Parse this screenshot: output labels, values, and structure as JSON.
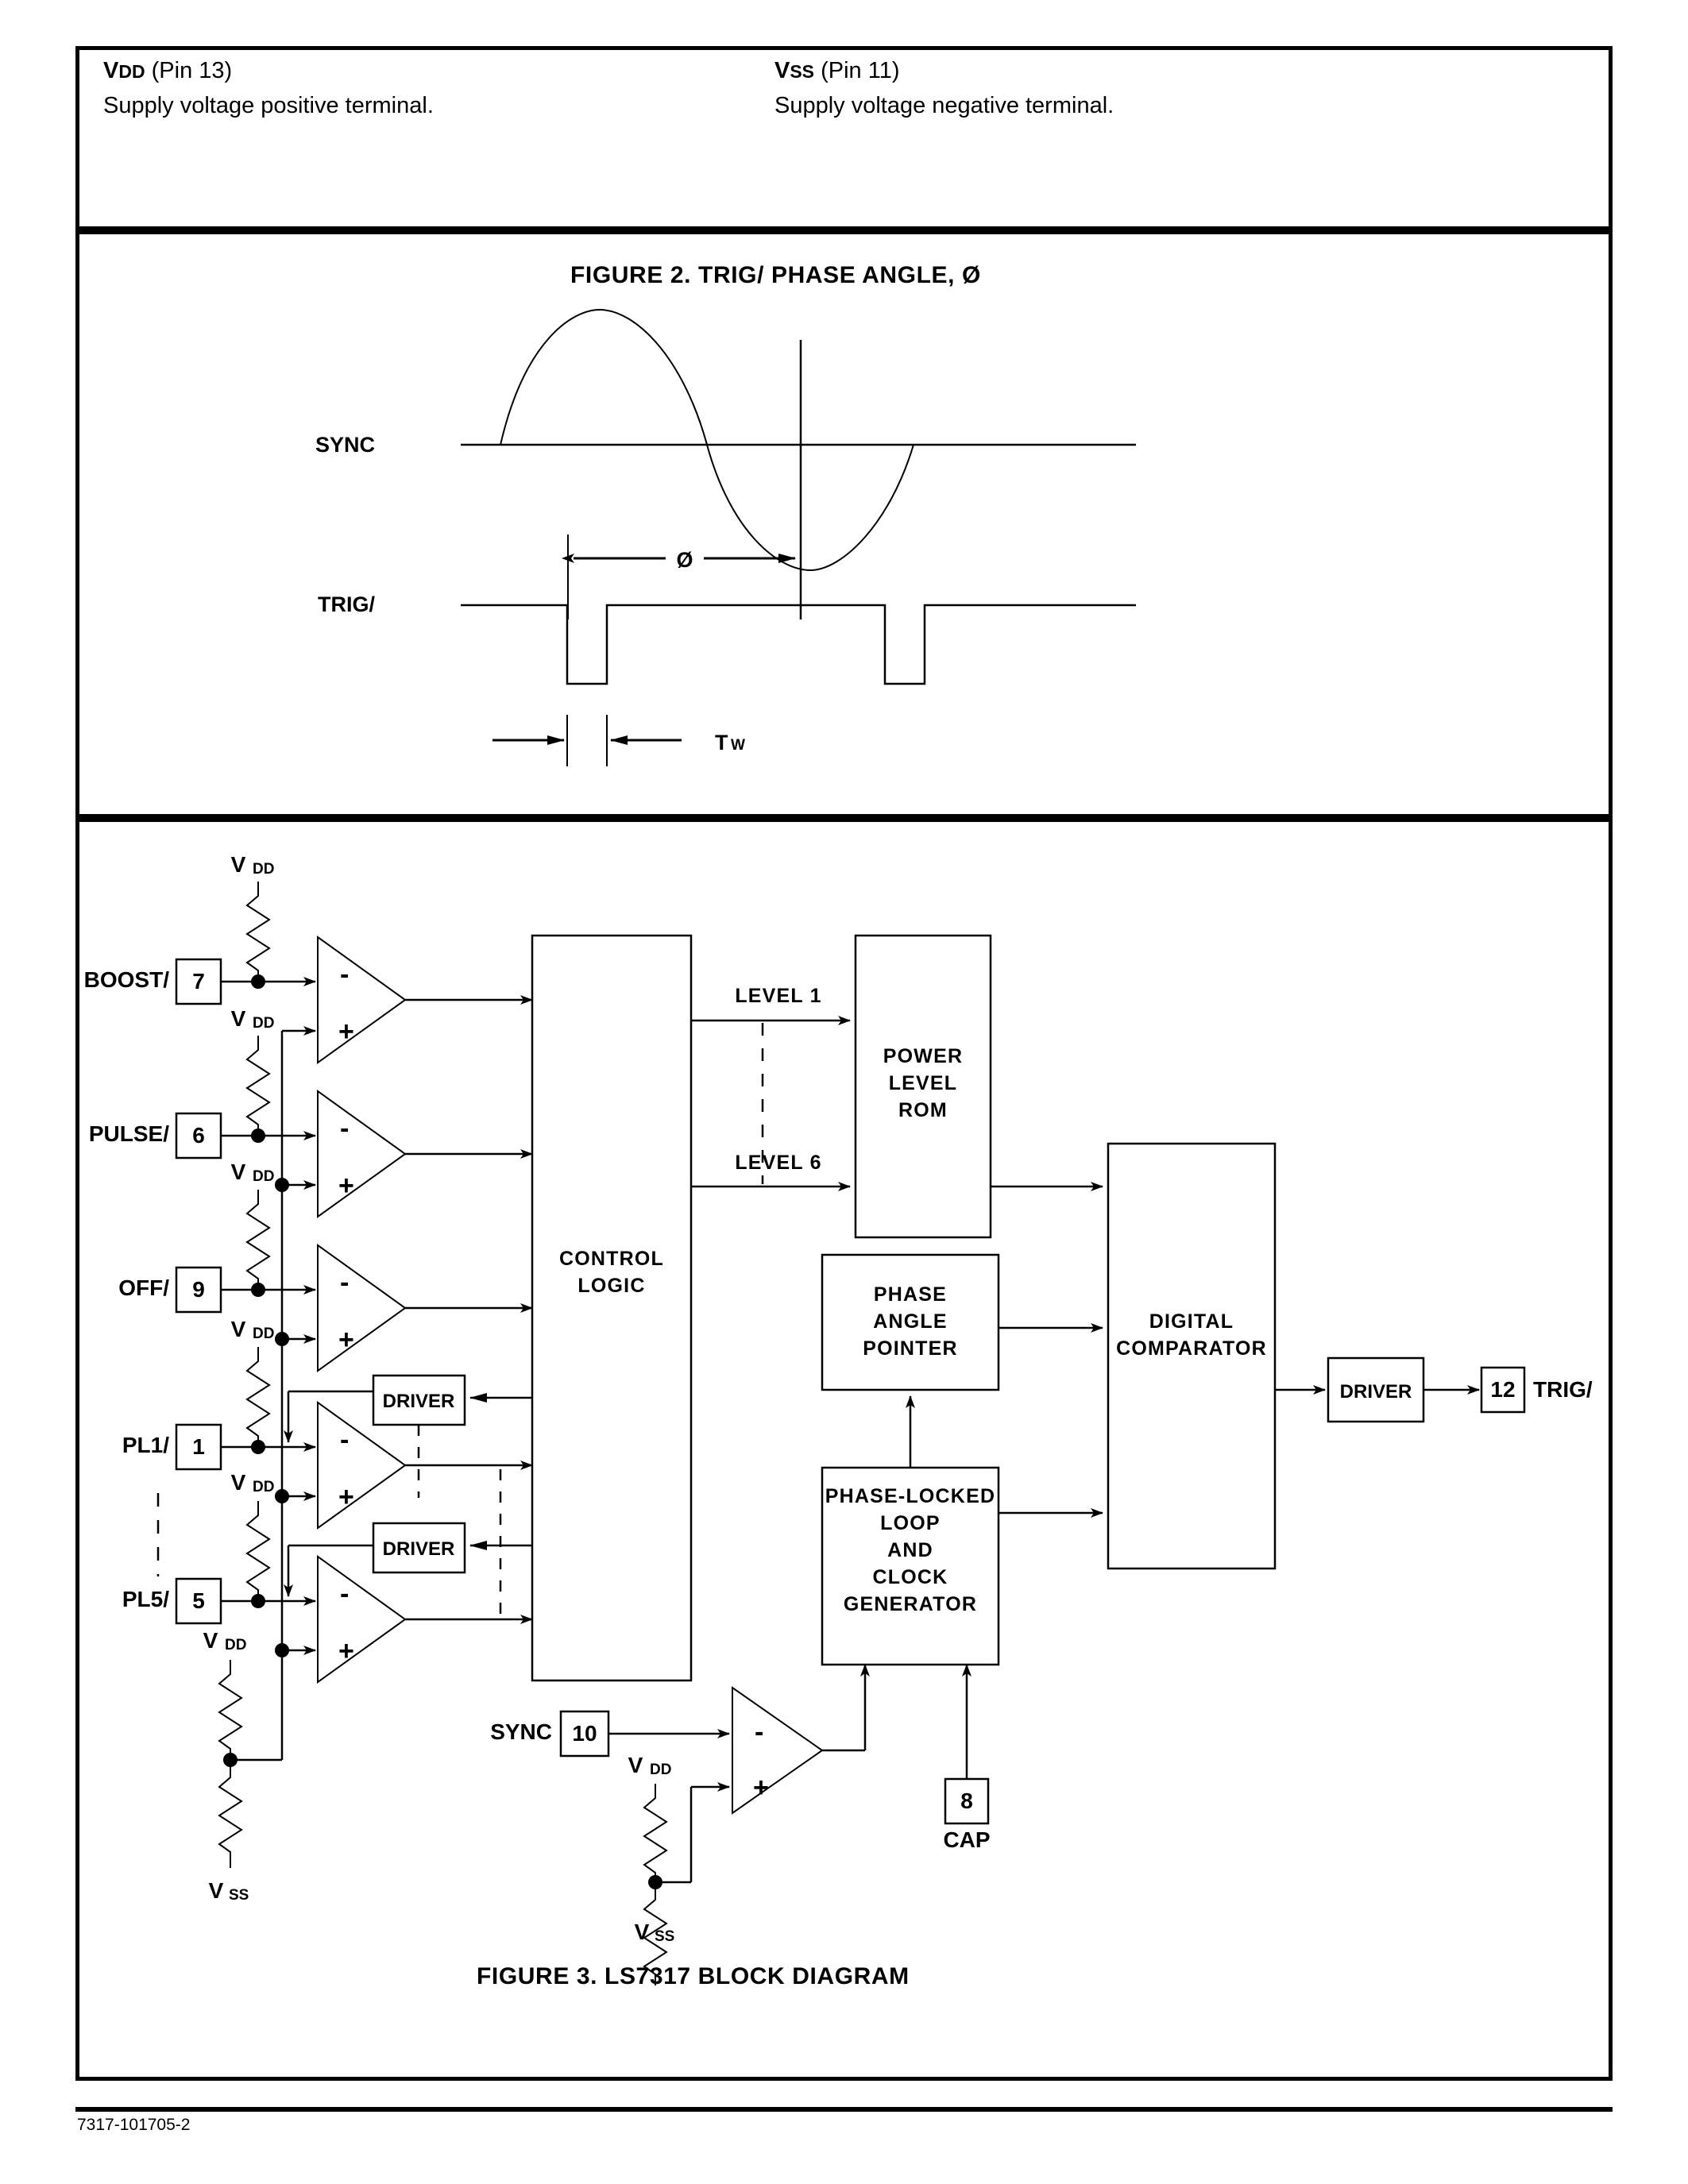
{
  "pin_descriptions": [
    {
      "name": "V",
      "subscript": "DD",
      "pin": "(Pin 13)",
      "description": "Supply voltage positive terminal."
    },
    {
      "name": "V",
      "subscript": "SS",
      "pin": "(Pin 11)",
      "description": "Supply voltage negative terminal."
    }
  ],
  "figure2": {
    "caption": "FIGURE 2.   TRIG/ PHASE ANGLE, Ø",
    "signals": [
      {
        "label": "SYNC",
        "type": "sine"
      },
      {
        "label": "TRIG/",
        "type": "pulse-train"
      }
    ],
    "annotations": [
      {
        "label": "Ø",
        "kind": "phase-angle-dimension"
      },
      {
        "label": "T",
        "subscript": "W",
        "kind": "pulse-width-dimension"
      }
    ]
  },
  "figure3": {
    "caption": "FIGURE 3.  LS7317 BLOCK DIAGRAM",
    "inputs": [
      {
        "label": "BOOST/",
        "pin": "7"
      },
      {
        "label": "PULSE/",
        "pin": "6"
      },
      {
        "label": "OFF/",
        "pin": "9"
      },
      {
        "label": "PL1/",
        "pin": "1"
      },
      {
        "label": "PL5/",
        "pin": "5"
      },
      {
        "label": "SYNC",
        "pin": "10"
      }
    ],
    "outputs": [
      {
        "label": "TRIG/",
        "pin": "12"
      }
    ],
    "other_pins": [
      {
        "label": "CAP",
        "pin": "8"
      }
    ],
    "supply_labels": {
      "vdd": "V",
      "vdd_sub": "DD",
      "vss": "V",
      "vss_sub": "SS"
    },
    "blocks": [
      {
        "name": "control-logic",
        "lines": [
          "CONTROL",
          "LOGIC"
        ]
      },
      {
        "name": "power-level-rom",
        "lines": [
          "POWER",
          "LEVEL",
          "ROM"
        ]
      },
      {
        "name": "phase-angle-pointer",
        "lines": [
          "PHASE",
          "ANGLE",
          "POINTER"
        ]
      },
      {
        "name": "pll-clock-gen",
        "lines": [
          "PHASE-LOCKED",
          "LOOP",
          "AND",
          "CLOCK",
          "GENERATOR"
        ]
      },
      {
        "name": "digital-comparator",
        "lines": [
          "DIGITAL",
          "COMPARATOR"
        ]
      },
      {
        "name": "driver-1",
        "lines": [
          "DRIVER"
        ]
      },
      {
        "name": "driver-2",
        "lines": [
          "DRIVER"
        ]
      },
      {
        "name": "driver-out",
        "lines": [
          "DRIVER"
        ]
      }
    ],
    "bus_labels": [
      {
        "label": "LEVEL 1"
      },
      {
        "label": "LEVEL 6"
      }
    ],
    "comparator_signs": {
      "minus": "-",
      "plus": "+"
    }
  },
  "footer": {
    "document_code": "7317-101705-2"
  },
  "colors": {
    "ink": "#000000",
    "paper": "#ffffff"
  }
}
